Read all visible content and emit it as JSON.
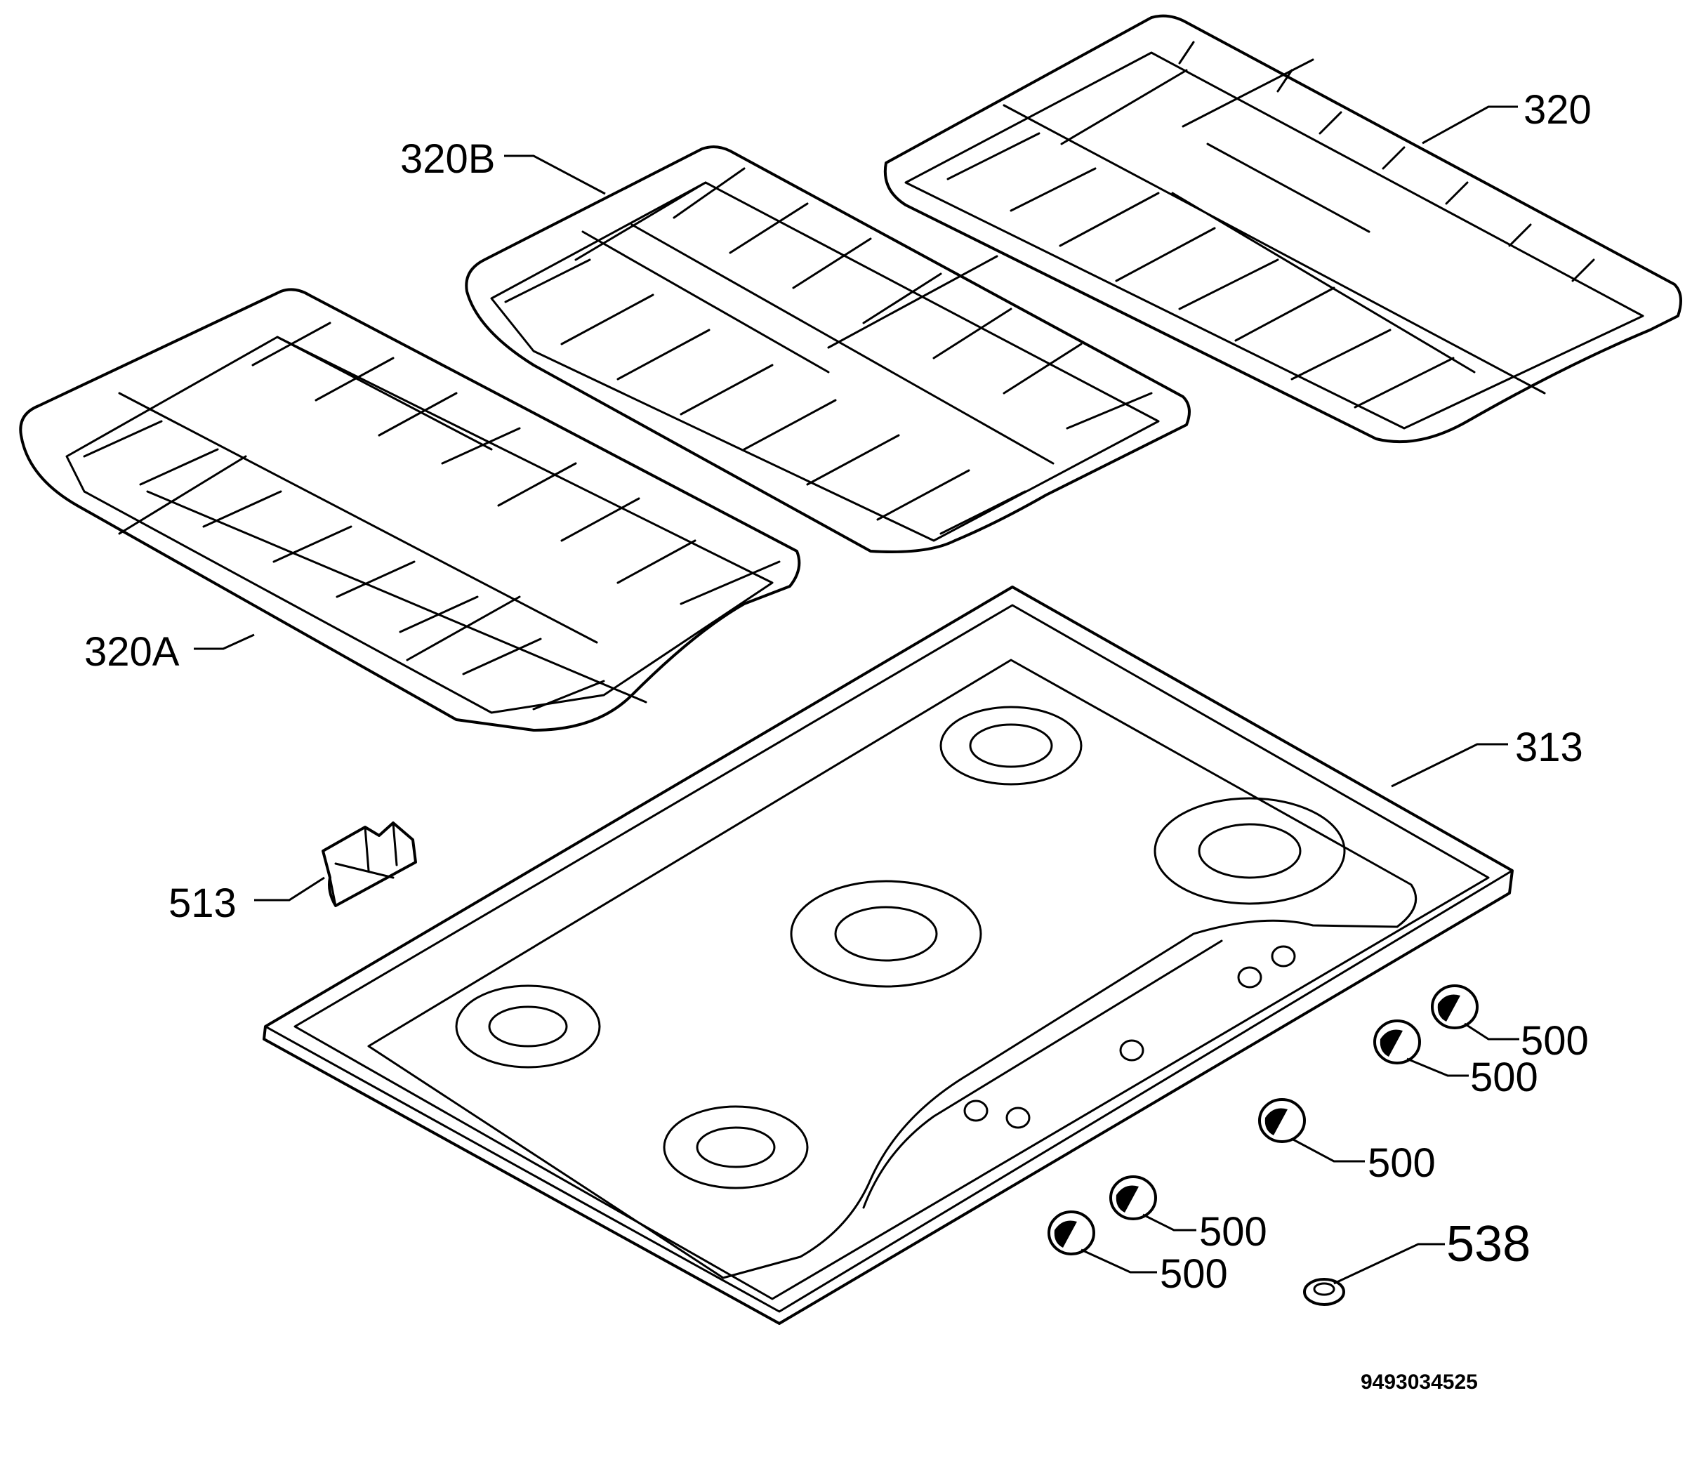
{
  "callouts": {
    "grid_right": "320",
    "grid_middle": "320B",
    "grid_left": "320A",
    "hob_top": "313",
    "bracket": "513",
    "knob_1": "500",
    "knob_2": "500",
    "knob_3": "500",
    "knob_4": "500",
    "knob_5": "500",
    "cap": "538"
  },
  "document_number": "9493034525",
  "colors": {
    "line": "#000000",
    "background": "#ffffff"
  }
}
